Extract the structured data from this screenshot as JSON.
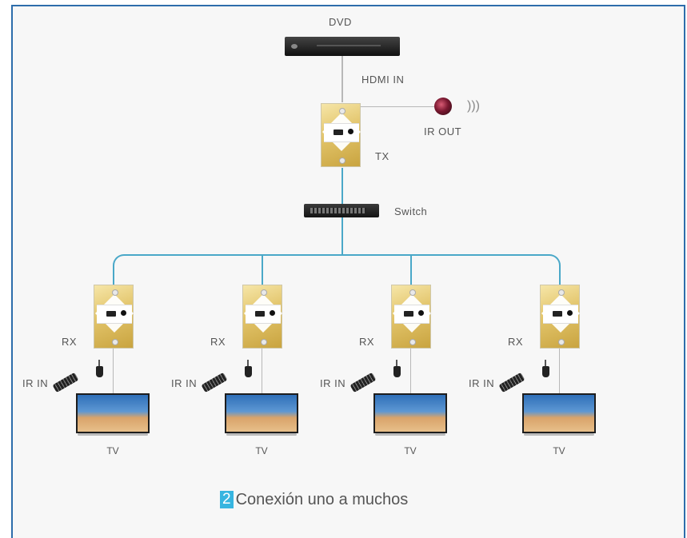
{
  "labels": {
    "dvd": "DVD",
    "hdmi_in": "HDMI IN",
    "ir_out": "IR OUT",
    "tx": "TX",
    "switch": "Switch",
    "rx": "RX",
    "ir_in": "IR IN",
    "tv": "TV"
  },
  "caption": {
    "number": "2",
    "text": "Conexión uno a muchos"
  },
  "receivers": [
    {
      "rx": "RX",
      "ir_in": "IR IN",
      "tv": "TV"
    },
    {
      "rx": "RX",
      "ir_in": "IR IN",
      "tv": "TV"
    },
    {
      "rx": "RX",
      "ir_in": "IR IN",
      "tv": "TV"
    },
    {
      "rx": "RX",
      "ir_in": "IR IN",
      "tv": "TV"
    }
  ],
  "colors": {
    "frame_border": "#2d6dab",
    "network_line": "#4aa8c8",
    "caption_badge": "#37b5e0"
  }
}
